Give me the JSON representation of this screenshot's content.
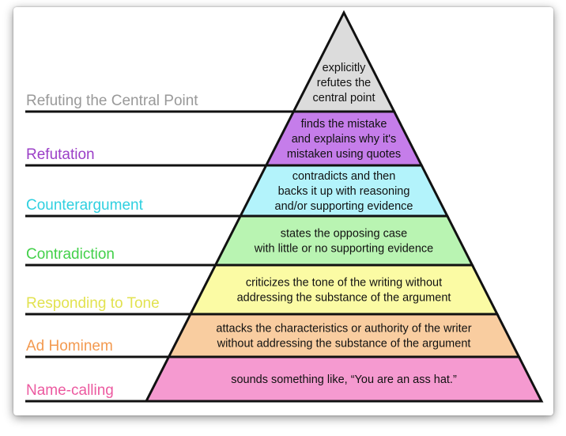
{
  "levels": [
    {
      "label": "Refuting the Central Point",
      "label_color": "#999999",
      "fill": "#dcdcdc",
      "desc": [
        "explicitly",
        "refutes the",
        "central point"
      ]
    },
    {
      "label": "Refutation",
      "label_color": "#9b3fc7",
      "fill": "#c57dea",
      "desc": [
        "finds the mistake",
        "and explains why it's",
        "mistaken using quotes"
      ]
    },
    {
      "label": "Counterargument",
      "label_color": "#2fd0e0",
      "fill": "#b3f3fb",
      "desc": [
        "contradicts and then",
        "backs it up with reasoning",
        "and/or supporting evidence"
      ]
    },
    {
      "label": "Contradiction",
      "label_color": "#43d04a",
      "fill": "#b9f4b2",
      "desc": [
        "states the opposing case",
        "with little or no supporting evidence"
      ]
    },
    {
      "label": "Responding to Tone",
      "label_color": "#e2e250",
      "fill": "#fbfba4",
      "desc": [
        "criticizes the tone of the writing without",
        "addressing the substance of the argument"
      ]
    },
    {
      "label": "Ad Hominem",
      "label_color": "#f39a50",
      "fill": "#f9cda0",
      "desc": [
        "attacks the characteristics or authority of the writer",
        "without addressing the substance of the argument"
      ]
    },
    {
      "label": "Name-calling",
      "label_color": "#ec5aa0",
      "fill": "#f59ad0",
      "desc": [
        "sounds something like, “You are an ass hat.”"
      ]
    }
  ]
}
